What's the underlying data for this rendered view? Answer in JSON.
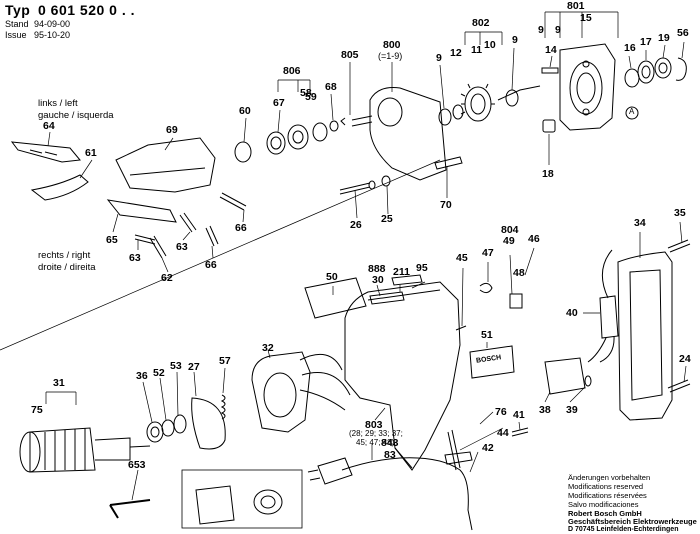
{
  "header": {
    "type_label": "Typ",
    "type_number": "0 601 520 0 . .",
    "stand_label": "Stand",
    "stand_date": "94-09-00",
    "issue_label": "Issue",
    "issue_date": "95-10-20"
  },
  "labels": {
    "left": "links / left",
    "left_es": "gauche / isquerda",
    "right": "rechts / right",
    "right_es": "droite / direita",
    "assembly_800": "800",
    "assembly_800_range": "(=1-9)",
    "assembly_803": "803",
    "assembly_803_parts_1": "(28; 29; 33; 37;",
    "assembly_803_parts_2": "45; 47; 48)",
    "bosch_badge": "BOSCH",
    "marker_a": "A"
  },
  "parts": [
    {
      "id": "801"
    },
    {
      "id": "802"
    },
    {
      "id": "800"
    },
    {
      "id": "805"
    },
    {
      "id": "806"
    },
    {
      "id": "9"
    },
    {
      "id": "12"
    },
    {
      "id": "11"
    },
    {
      "id": "10"
    },
    {
      "id": "15"
    },
    {
      "id": "14"
    },
    {
      "id": "16"
    },
    {
      "id": "17"
    },
    {
      "id": "19"
    },
    {
      "id": "56"
    },
    {
      "id": "60"
    },
    {
      "id": "67"
    },
    {
      "id": "58"
    },
    {
      "id": "59"
    },
    {
      "id": "68"
    },
    {
      "id": "64"
    },
    {
      "id": "69"
    },
    {
      "id": "61"
    },
    {
      "id": "65"
    },
    {
      "id": "63"
    },
    {
      "id": "62"
    },
    {
      "id": "66"
    },
    {
      "id": "26"
    },
    {
      "id": "25"
    },
    {
      "id": "70"
    },
    {
      "id": "18"
    },
    {
      "id": "34"
    },
    {
      "id": "35"
    },
    {
      "id": "50"
    },
    {
      "id": "888"
    },
    {
      "id": "30"
    },
    {
      "id": "211"
    },
    {
      "id": "95"
    },
    {
      "id": "45"
    },
    {
      "id": "47"
    },
    {
      "id": "804"
    },
    {
      "id": "49"
    },
    {
      "id": "46"
    },
    {
      "id": "48"
    },
    {
      "id": "40"
    },
    {
      "id": "24"
    },
    {
      "id": "51"
    },
    {
      "id": "38"
    },
    {
      "id": "39"
    },
    {
      "id": "31"
    },
    {
      "id": "75"
    },
    {
      "id": "36"
    },
    {
      "id": "52"
    },
    {
      "id": "53"
    },
    {
      "id": "27"
    },
    {
      "id": "57"
    },
    {
      "id": "32"
    },
    {
      "id": "803"
    },
    {
      "id": "76"
    },
    {
      "id": "41"
    },
    {
      "id": "44"
    },
    {
      "id": "843"
    },
    {
      "id": "83"
    },
    {
      "id": "42"
    },
    {
      "id": "653"
    }
  ],
  "footer": {
    "line1": "Änderungen vorbehalten",
    "line2": "Modifications reserved",
    "line3": "Modifications réservées",
    "line4": "Salvo modificaciones",
    "company": "Robert Bosch GmbH",
    "division": "Geschäftsbereich Elektrowerkzeuge",
    "address": "D 70745 Leinfelden-Echterdingen"
  }
}
